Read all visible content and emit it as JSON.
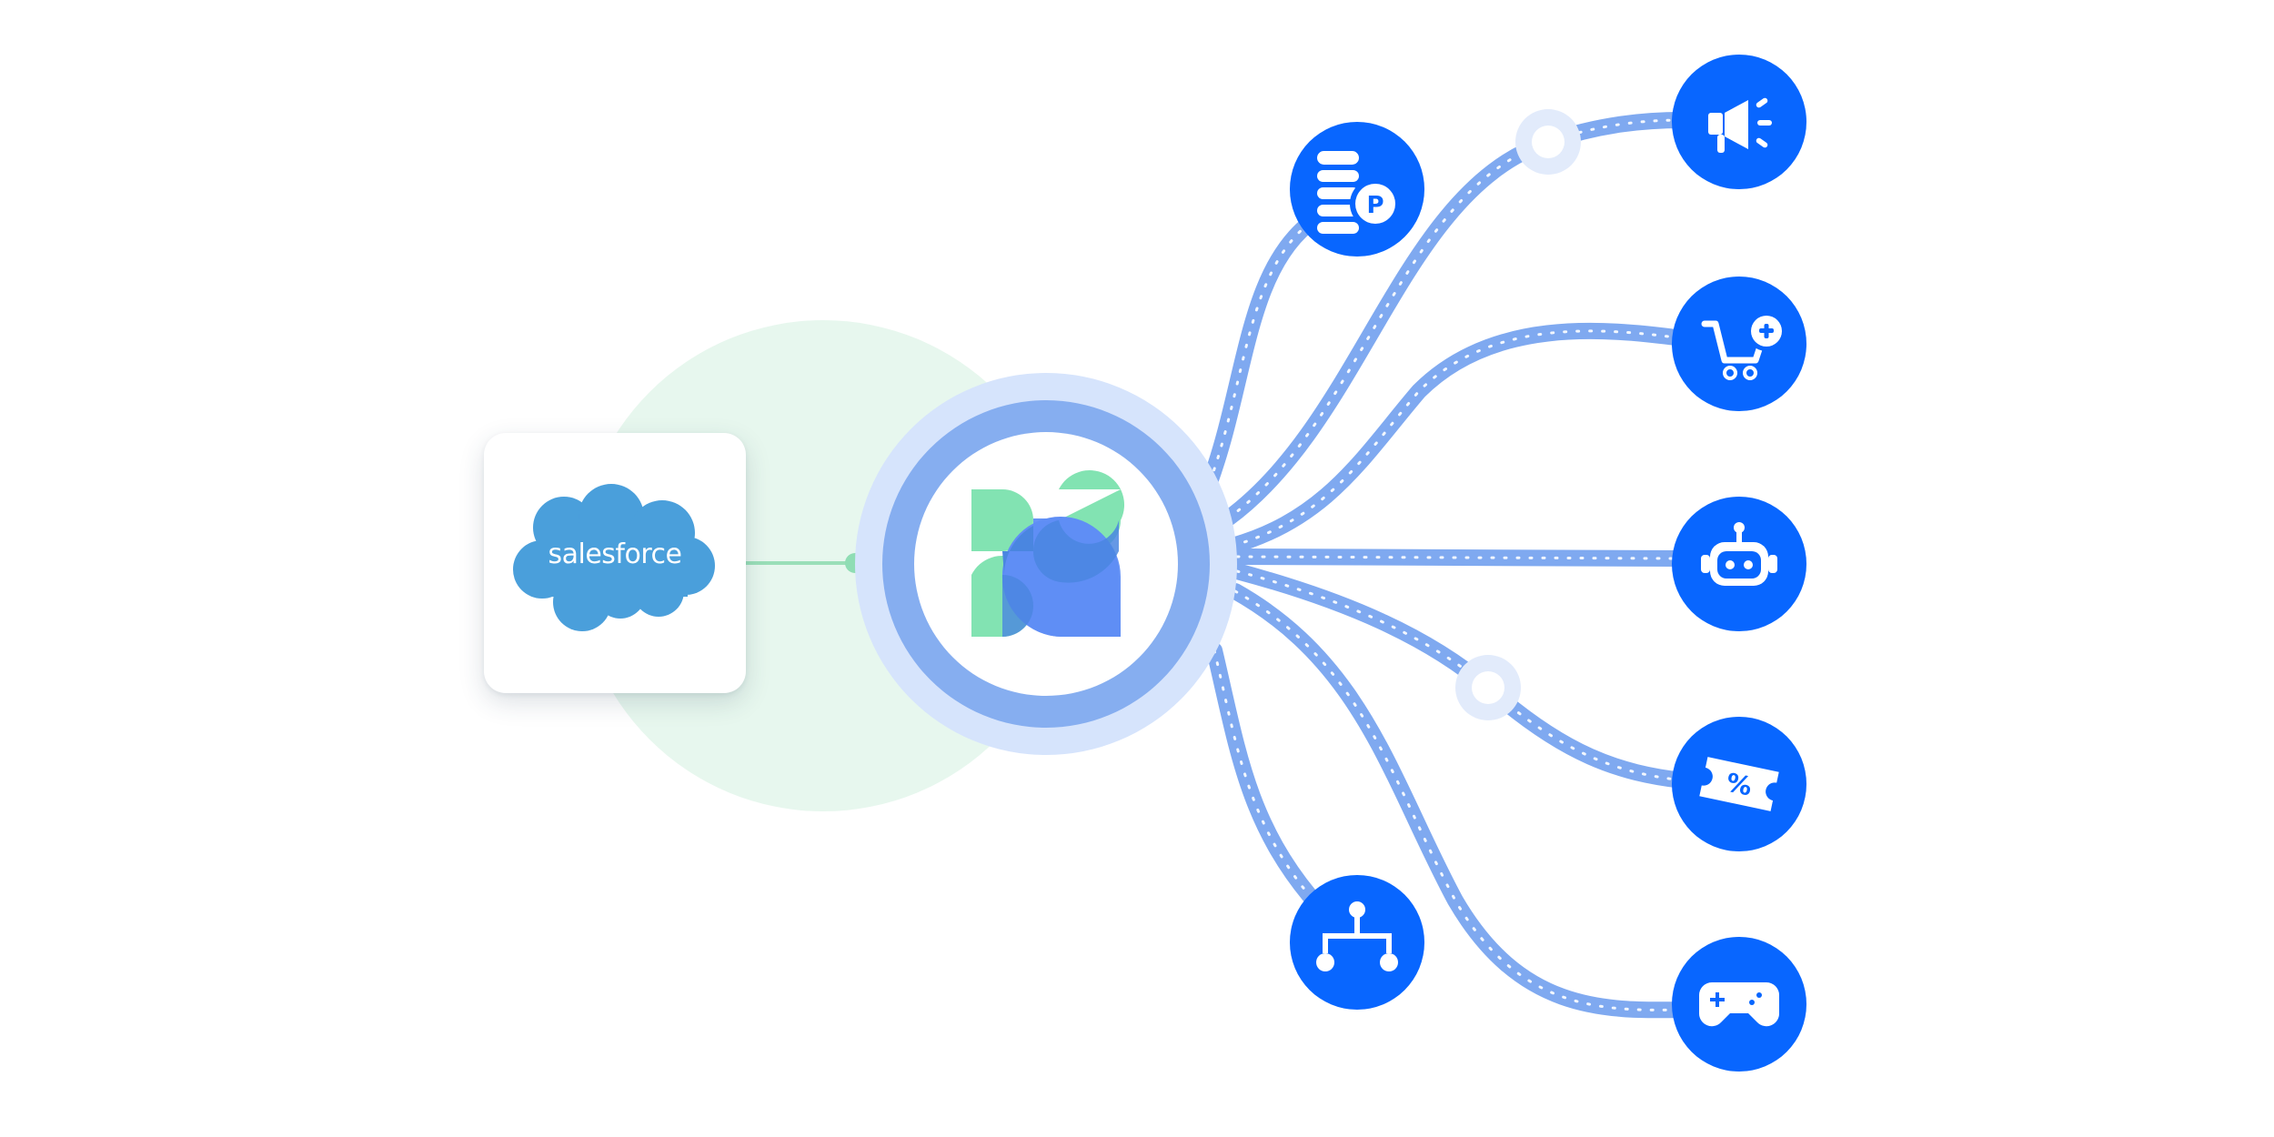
{
  "source": {
    "name": "salesforce",
    "brand_color": "#4A9FDB"
  },
  "hub": {
    "icon": "integration-platform-logo",
    "colors": {
      "green": "#82E3B2",
      "blue": "#5F8EF5",
      "ring_outer": "#D6E4FC",
      "ring_mid": "#86AEF0"
    }
  },
  "connector_color": "#7FA9F0",
  "node_color": "#0866FF",
  "destinations": [
    {
      "id": "loyalty-points",
      "icon": "coins-points-icon"
    },
    {
      "id": "campaigns",
      "icon": "megaphone-icon"
    },
    {
      "id": "cart",
      "icon": "cart-add-icon"
    },
    {
      "id": "chatbot",
      "icon": "robot-icon"
    },
    {
      "id": "coupons",
      "icon": "coupon-percent-icon"
    },
    {
      "id": "workflow",
      "icon": "hierarchy-icon"
    },
    {
      "id": "gaming",
      "icon": "gamepad-icon"
    }
  ]
}
